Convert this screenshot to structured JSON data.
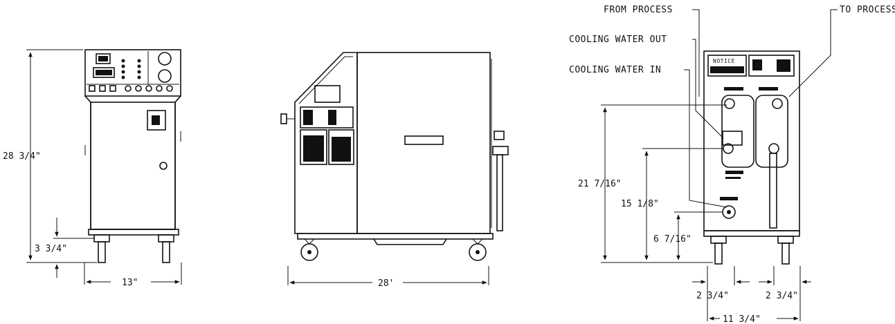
{
  "front_view": {
    "height_total": "28 3/4\"",
    "caster_height": "3 3/4\"",
    "width": "13\""
  },
  "side_view": {
    "length": "28'"
  },
  "rear_view": {
    "labels": {
      "from_process": "FROM PROCESS",
      "to_process": "TO PROCESS",
      "cooling_water_out": "COOLING WATER OUT",
      "cooling_water_in": "COOLING WATER IN",
      "notice": "NOTICE"
    },
    "dims": {
      "h_from_process": "21 7/16\"",
      "h_cooling_out": "15 1/8\"",
      "h_cooling_in": "6 7/16\"",
      "offset_left": "2 3/4\"",
      "offset_right": "2 3/4\"",
      "centers": "11 3/4\""
    }
  }
}
